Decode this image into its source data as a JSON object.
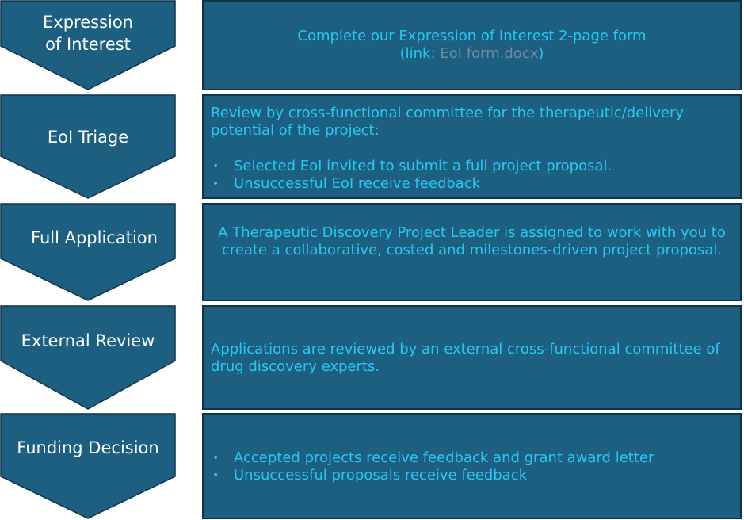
{
  "steps": [
    {
      "label_lines": [
        "Expression",
        "of Interest"
      ],
      "description": {
        "line1": "Complete our Expression of Interest 2-page form",
        "link_prefix": "(link: ",
        "link_text": "EoI form.docx",
        "link_suffix": ")"
      }
    },
    {
      "label_lines": [
        "EoI Triage"
      ],
      "description": {
        "intro_lines": [
          "Review by cross-functional committee for the therapeutic/delivery",
          "potential of the project:"
        ],
        "bullets": [
          "Selected EoI invited to submit a full project proposal.",
          "Unsuccessful EoI receive feedback"
        ]
      }
    },
    {
      "label_lines": [
        "Full Application"
      ],
      "description": {
        "lines": [
          "A Therapeutic Discovery Project Leader is assigned to work with you to",
          "create a collaborative, costed and milestones-driven project proposal."
        ]
      }
    },
    {
      "label_lines": [
        "External Review"
      ],
      "description": {
        "lines": [
          "Applications are reviewed by an external cross-functional committee of",
          "drug discovery experts."
        ]
      }
    },
    {
      "label_lines": [
        "Funding Decision"
      ],
      "description": {
        "bullets": [
          "Accepted projects receive feedback and grant award letter",
          "Unsuccessful proposals receive feedback"
        ]
      }
    }
  ],
  "bullet_glyph": "•",
  "colors": {
    "box_fill": "#1d5f80",
    "box_border": "#0f3448",
    "description_text": "#29c8f2",
    "label_text": "#ffffff",
    "link_text": "#6e8e9f"
  }
}
